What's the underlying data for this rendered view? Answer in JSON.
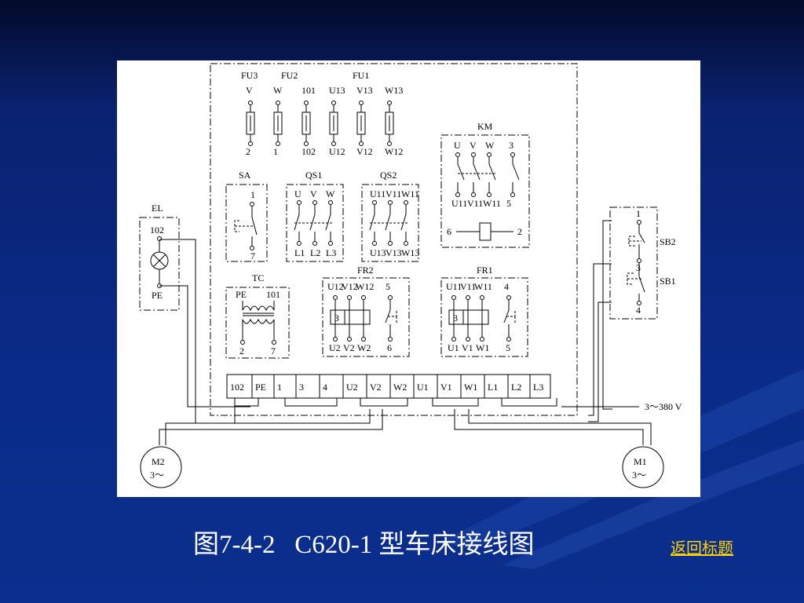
{
  "slide": {
    "caption": "图7-4-2   C620-1 型车床接线图",
    "back_link": "返回标题",
    "accent": "#ffd200",
    "background": "#0a2a86"
  },
  "diagram": {
    "fuses_header": [
      "FU3",
      "FU2",
      "FU1"
    ],
    "fuse_top": [
      "V",
      "W",
      "101",
      "U13",
      "V13",
      "W13"
    ],
    "fuse_bottom": [
      "2",
      "1",
      "102",
      "U12",
      "V12",
      "W12"
    ],
    "km": {
      "label": "KM",
      "top": [
        "U",
        "V",
        "W",
        "3"
      ],
      "bottom": [
        "U11",
        "V11",
        "W11",
        "5"
      ],
      "coil_left": "6",
      "coil_right": "2"
    },
    "sa": {
      "label": "SA",
      "top": "1",
      "bottom": "7"
    },
    "qs1": {
      "label": "QS1",
      "top": [
        "U",
        "V",
        "W"
      ],
      "bottom": [
        "L1",
        "L2",
        "L3"
      ]
    },
    "qs2": {
      "label": "QS2",
      "top": [
        "U11",
        "V11",
        "W11"
      ],
      "bottom": [
        "U13",
        "V13",
        "W13"
      ]
    },
    "el": {
      "label": "EL",
      "top": "102",
      "bottom": "PE"
    },
    "tc": {
      "label": "TC",
      "top_left": "PE",
      "top_right": "101",
      "bottom_left": "2",
      "bottom_right": "7"
    },
    "fr2": {
      "label": "FR2",
      "top": [
        "U12",
        "V12",
        "W12",
        "5"
      ],
      "bottom": [
        "U2",
        "V2",
        "W2",
        "6"
      ],
      "element": "3"
    },
    "fr1": {
      "label": "FR1",
      "top": [
        "U11",
        "V11",
        "W11",
        "4"
      ],
      "bottom": [
        "U1",
        "V1",
        "W1",
        "5"
      ],
      "element": "3"
    },
    "sb": {
      "top": "1",
      "mid": "3",
      "bottom": "4",
      "sb2": "SB2",
      "sb1": "SB1"
    },
    "terminals": [
      "102",
      "PE",
      "1",
      "3",
      "4",
      "U2",
      "V2",
      "W2",
      "U1",
      "V1",
      "W1",
      "L1",
      "L2",
      "L3"
    ],
    "supply": "3～380 V",
    "m2": {
      "name": "M2",
      "phase": "3～"
    },
    "m1": {
      "name": "M1",
      "phase": "3～"
    }
  }
}
